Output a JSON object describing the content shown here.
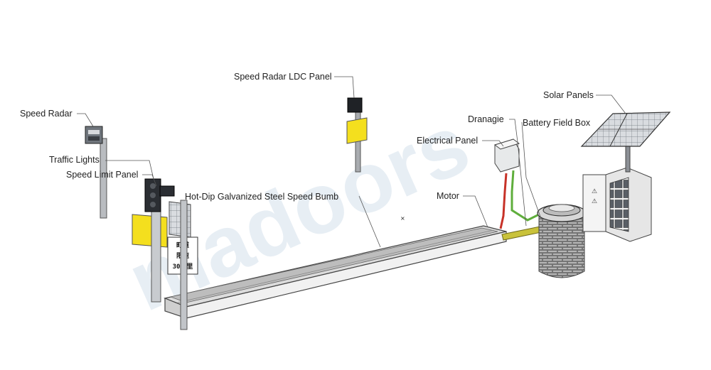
{
  "watermark": "madoors",
  "labels": {
    "speed_radar": "Speed Radar",
    "speed_radar_ldc_panel": "Speed Radar LDC Panel",
    "traffic_lights": "Traffic Lights",
    "speed_limit_panel": "Speed Limit Panel",
    "speed_bump": "Hot-Dip Galvanized Steel Speed Bumb",
    "electrical_panel": "Electrical Panel",
    "drainage": "Dranagie",
    "battery_field_box": "Battery Field Box",
    "solar_panels": "Solar Panels",
    "motor": "Motor"
  },
  "sign_text": [
    "町道",
    "限速",
    "30公里"
  ],
  "colors": {
    "sign_yellow": "#f4df1e",
    "cable_red": "#c73228",
    "cable_green": "#5fae3c",
    "drain_pipe": "#c9c23a",
    "brick": "#8b8b8b"
  }
}
